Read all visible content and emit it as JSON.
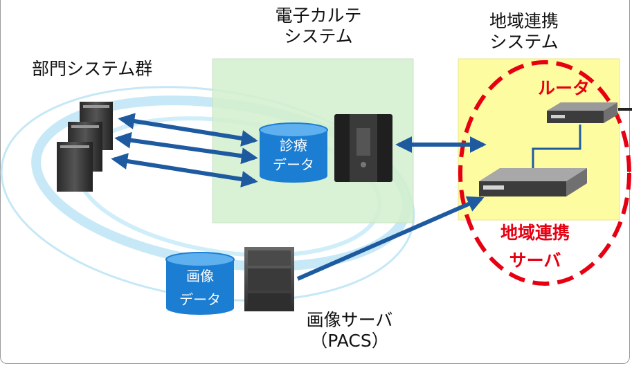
{
  "diagram": {
    "emr": {
      "line1": "電子カルテ",
      "line2": "システム"
    },
    "regional": {
      "line1": "地域連携",
      "line2": "システム"
    },
    "departments": "部門システム群",
    "router": "ルータ",
    "regional_server": {
      "line1": "地域連携",
      "line2": "サーバ"
    },
    "medical_data": {
      "line1": "診療",
      "line2": "データ"
    },
    "image_data": {
      "line1": "画像",
      "line2": "データ"
    },
    "pacs": {
      "line1": "画像サーバ",
      "line2": "（PACS）"
    }
  },
  "colors": {
    "arrow": "#1e5aa0",
    "cylinder": "#1b7ed3",
    "emr_box": "#d4f0cf",
    "regional_box": "#fefca0",
    "dashed_ellipse": "#e60012",
    "rings": "#b7e2f5"
  }
}
